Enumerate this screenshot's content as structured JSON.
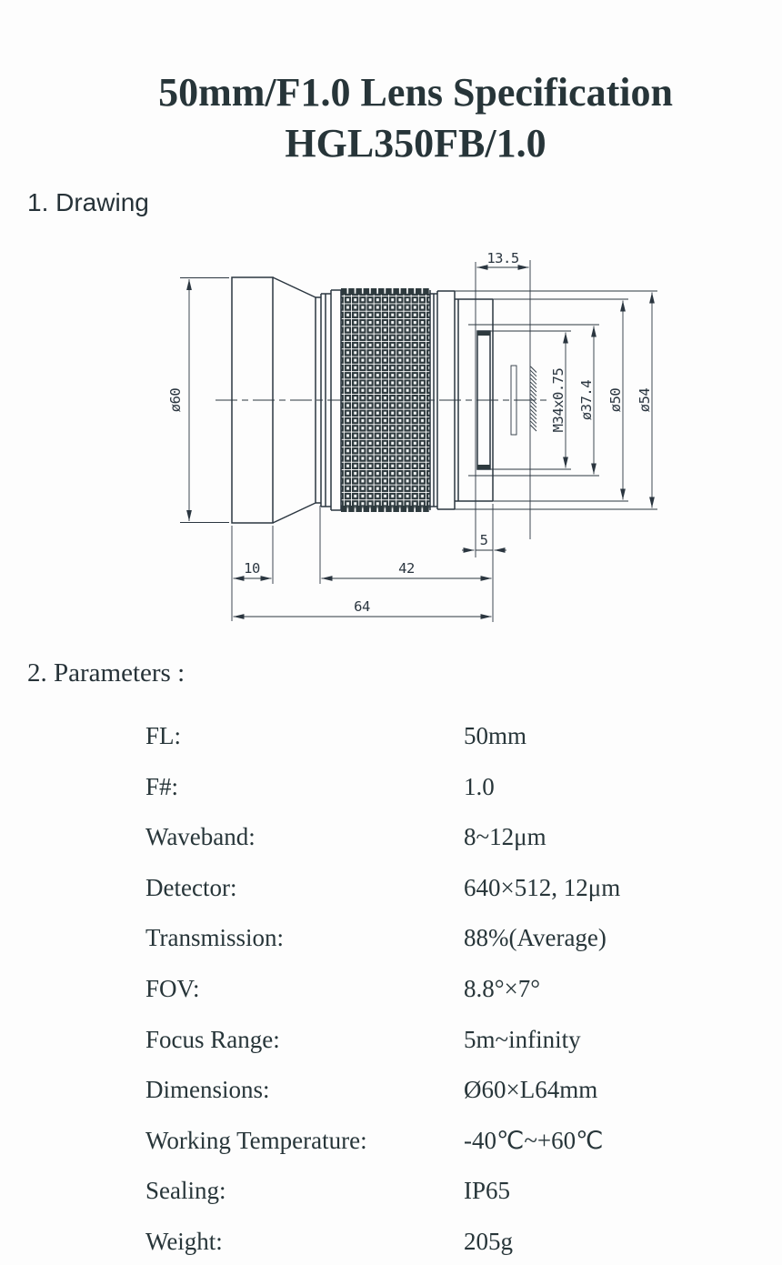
{
  "title": {
    "line1": "50mm/F1.0 Lens Specification",
    "line2": "HGL350FB/1.0"
  },
  "sections": {
    "drawing": "1. Drawing",
    "parameters": "2. Parameters :"
  },
  "drawing_labels": {
    "top_offset": "13.5",
    "front_diameter": "ø60",
    "mount_thread": "M34x0.75",
    "bore_diameter": "ø37.4",
    "rear_diameter": "ø50",
    "body_diameter": "ø54",
    "rear_offset": "5",
    "hood_length": "10",
    "barrel_length": "42",
    "total_length": "64"
  },
  "parameters": {
    "rows": [
      {
        "label": "FL:",
        "value": "50mm"
      },
      {
        "label": "F#:",
        "value": "1.0"
      },
      {
        "label": "Waveband:",
        "value": "8~12μm"
      },
      {
        "label": "Detector:",
        "value": "640×512, 12μm"
      },
      {
        "label": "Transmission:",
        "value": "88%(Average)"
      },
      {
        "label": "FOV:",
        "value": "8.8°×7°"
      },
      {
        "label": "Focus Range:",
        "value": "5m~infinity"
      },
      {
        "label": "Dimensions:",
        "value": "Ø60×L64mm"
      },
      {
        "label": "Working Temperature:",
        "value": "-40℃~+60℃"
      },
      {
        "label": "Sealing:",
        "value": "IP65"
      },
      {
        "label": "Weight:",
        "value": "205g"
      }
    ]
  },
  "colors": {
    "text": "#273539",
    "line": "#2b3640",
    "background": "#fdfdfd"
  }
}
